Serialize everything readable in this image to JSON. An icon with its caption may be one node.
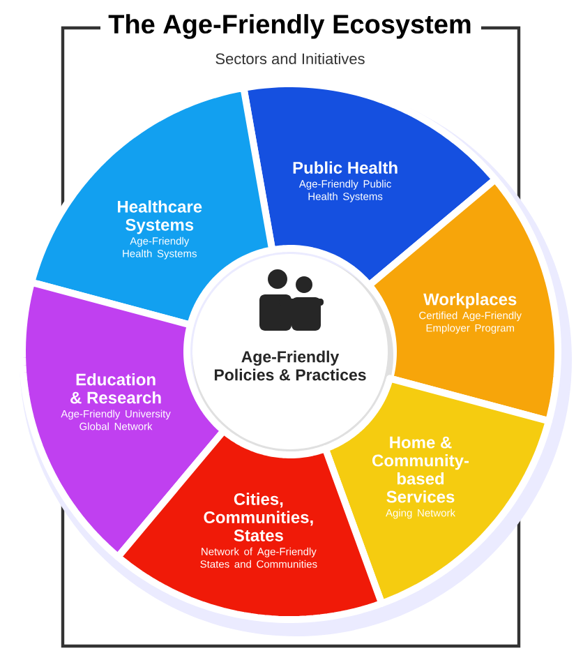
{
  "diagram": {
    "title": "The Age-Friendly Ecosystem",
    "nodes": [
      {
        "text": [
          "Public Health",
          "Age-Friendly Public Health Systems"
        ]
      },
      {
        "text": [
          "Healthcare Systems",
          "Age-Friendly Health Systems"
        ]
      },
      {
        "text": [
          "Workplaces",
          "Certified Age-Friendly Employer Program"
        ]
      },
      {
        "text": [
          "Age-Friendly Policies & Practices"
        ]
      },
      {
        "text": [
          "Education & Research",
          "Age-Friendly University Global Network"
        ]
      },
      {
        "text": [
          "Home & Community-based Services",
          "Aging Network"
        ]
      },
      {
        "text": [
          "Cities, Communities, States",
          "Network of Age-Friendly States and Communities"
        ]
      }
    ],
    "labels": [
      "Sectors and Initiatives"
    ]
  }
}
